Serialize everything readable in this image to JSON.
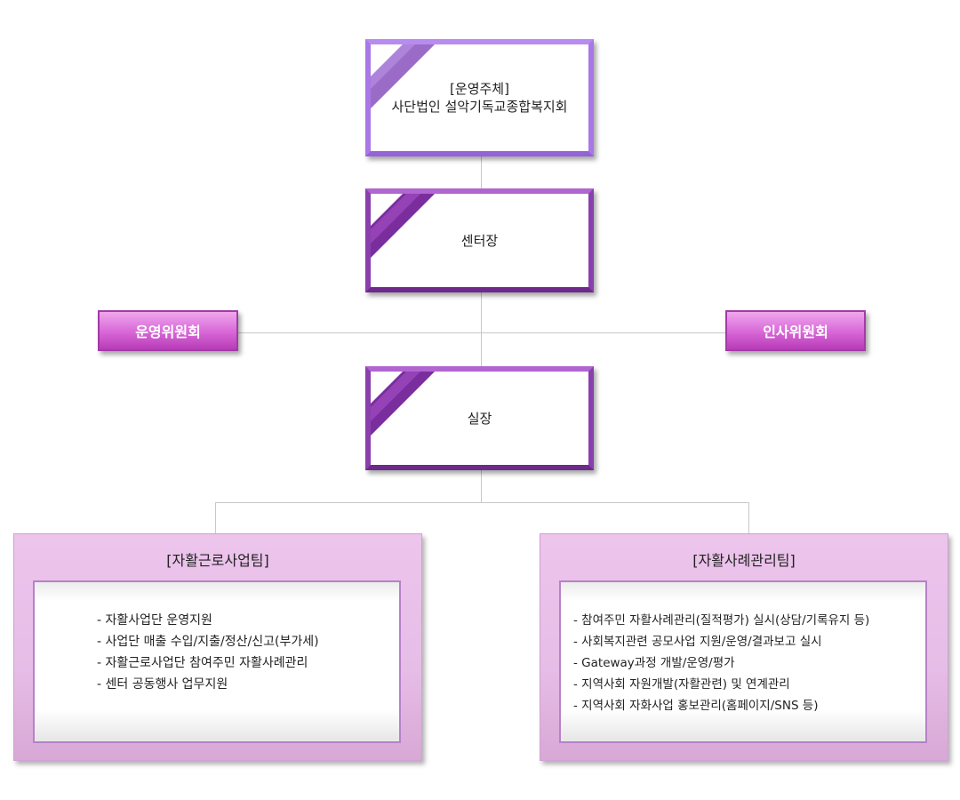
{
  "chart": {
    "top": {
      "line1": "[운영주체]",
      "line2": "사단법인 설악기독교종합복지회"
    },
    "director": {
      "label": "센터장"
    },
    "committees": {
      "left": "운영위원회",
      "right": "인사위원회"
    },
    "manager": {
      "label": "실장"
    },
    "teams": [
      {
        "title": "[자활근로사업팀]",
        "items": [
          "- 자활사업단 운영지원",
          "- 사업단 매출 수입/지출/정산/신고(부가세)",
          "- 자활근로사업단 참여주민 자활사례관리",
          "- 센터 공동행사 업무지원"
        ]
      },
      {
        "title": "[자활사례관리팀]",
        "items": [
          "- 참여주민 자활사례관리(질적평가) 실시(상담/기록유지 등)",
          "-  사회복지관련 공모사업 지원/운영/결과보고 실시",
          "-  Gateway과정 개발/운영/평가",
          "-  지역사회 자원개발(자활관련) 및 연계관리",
          "-  지역사회 자화사업 홍보관리(홈페이지/SNS 등)"
        ]
      }
    ]
  },
  "colors": {
    "top_border": "#a978e6",
    "mid_border": "#8a3fae",
    "committee": "#d766d6",
    "team_bg": "#e6bde6"
  }
}
